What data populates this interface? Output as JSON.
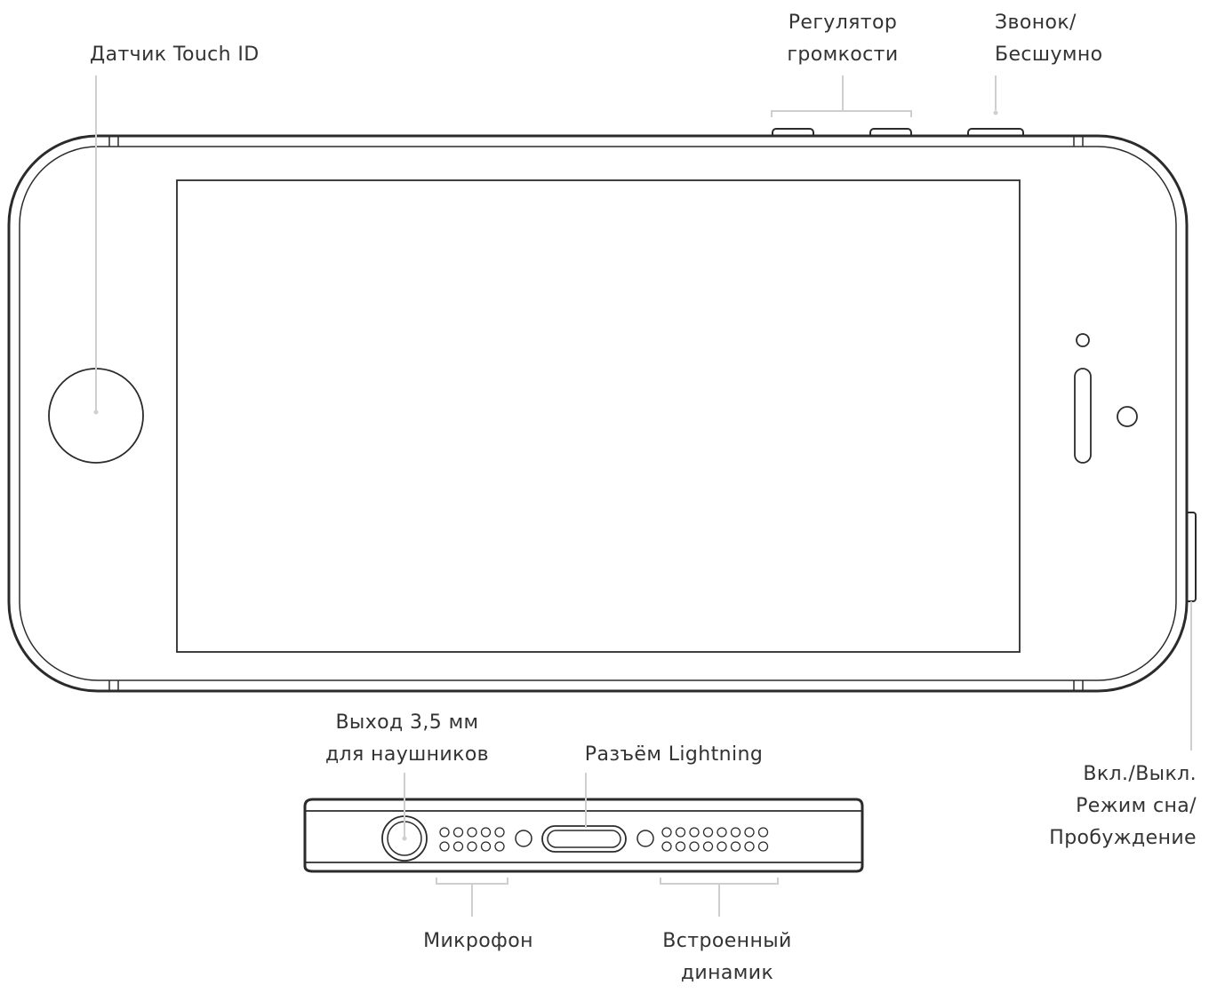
{
  "labels": {
    "touch_id": {
      "lines": [
        "Датчик Touch ID"
      ]
    },
    "volume": {
      "lines": [
        "Регулятор",
        "громкости"
      ]
    },
    "ring_silent": {
      "lines": [
        "Звонок/",
        "Бесшумно"
      ]
    },
    "headphone_jack": {
      "lines": [
        "Выход 3,5 мм",
        "для наушников"
      ]
    },
    "lightning": {
      "lines": [
        "Разъём Lightning"
      ]
    },
    "sleep_wake": {
      "lines": [
        "Вкл./Выкл.",
        "Режим сна/",
        "Пробуждение"
      ]
    },
    "microphone": {
      "lines": [
        "Микрофон"
      ]
    },
    "speaker": {
      "lines": [
        "Встроенный",
        "динамик"
      ]
    }
  },
  "colors": {
    "device_stroke": "#2b2b2b",
    "leader_line": "#cfcfcf",
    "text": "#333333",
    "background": "#ffffff"
  }
}
